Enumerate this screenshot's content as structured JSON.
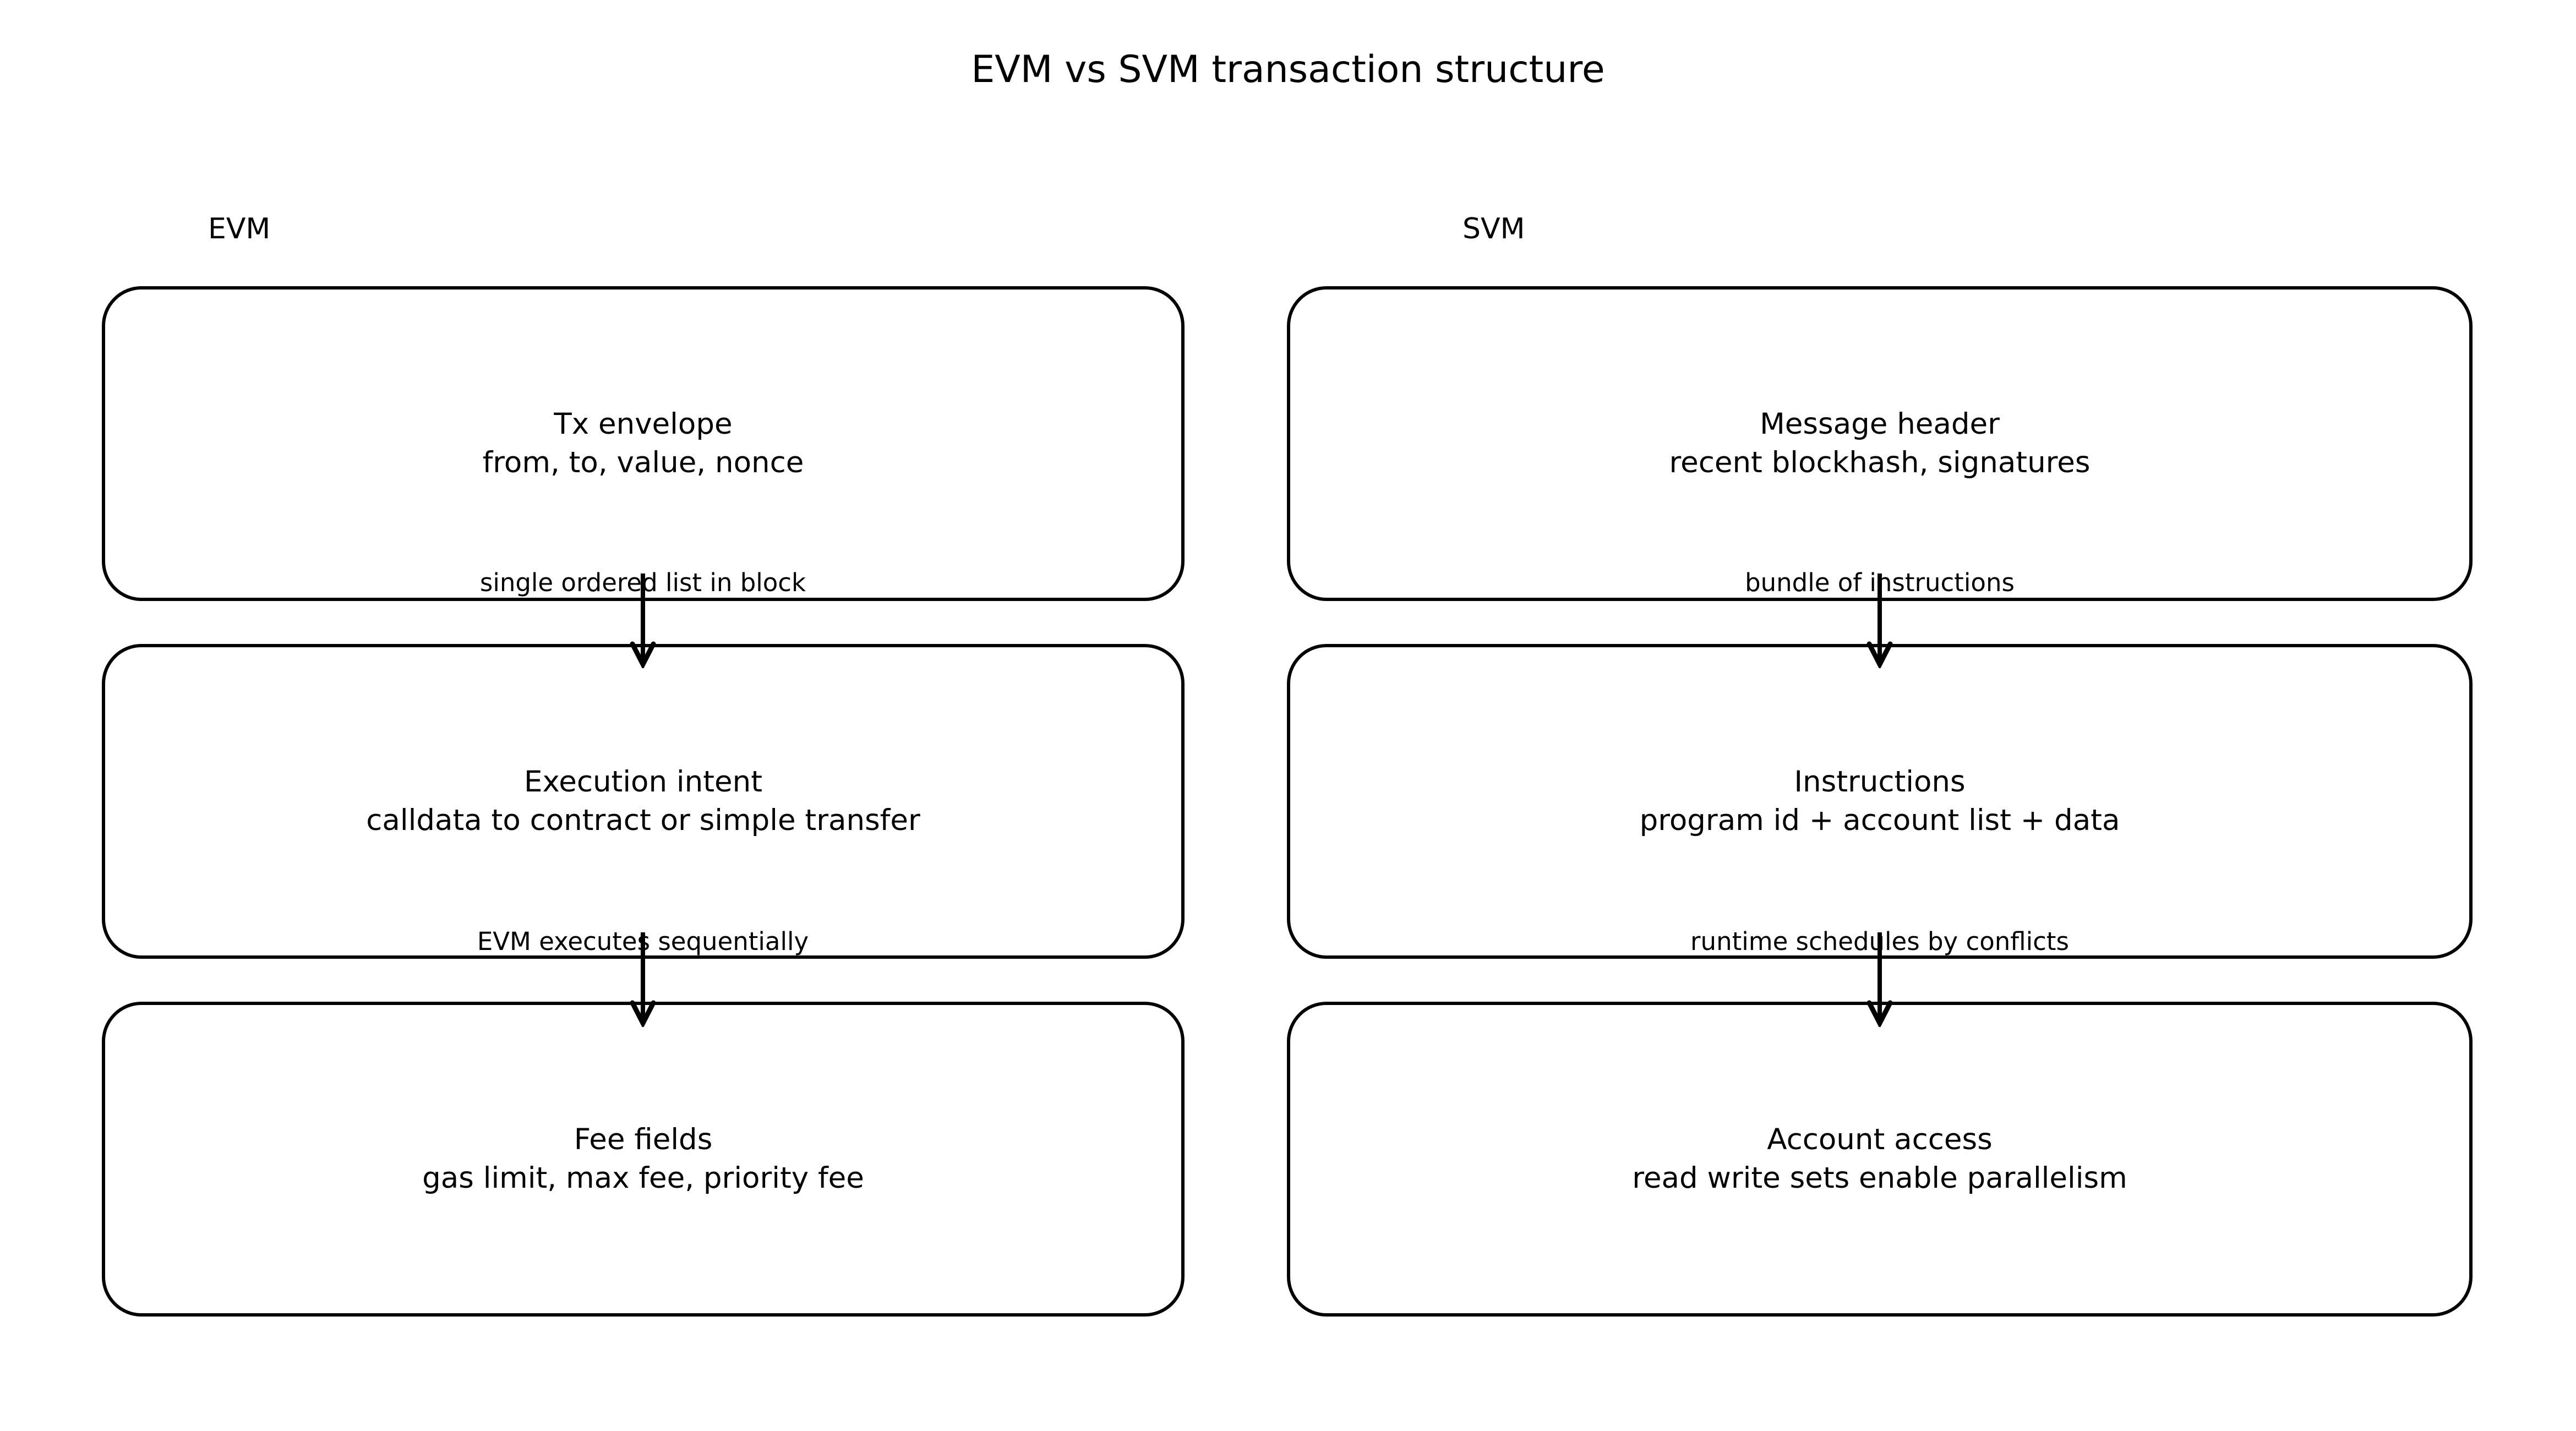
{
  "title": "EVM vs SVM transaction structure",
  "columns": [
    {
      "header": "EVM",
      "boxes": [
        {
          "title": "Tx envelope",
          "subtitle": "from, to, value, nonce"
        },
        {
          "title": "Execution intent",
          "subtitle": "calldata to contract or simple transfer"
        },
        {
          "title": "Fee fields",
          "subtitle": "gas limit, max fee, priority fee"
        }
      ],
      "edge_labels": [
        "single ordered list in block",
        "EVM executes sequentially"
      ]
    },
    {
      "header": "SVM",
      "boxes": [
        {
          "title": "Message header",
          "subtitle": "recent blockhash, signatures"
        },
        {
          "title": "Instructions",
          "subtitle": "program id + account list + data"
        },
        {
          "title": "Account access",
          "subtitle": "read write sets enable parallelism"
        }
      ],
      "edge_labels": [
        "bundle of instructions",
        "runtime schedules by conflicts"
      ]
    }
  ],
  "colors": {
    "background": "#ffffff",
    "stroke": "#000000",
    "text": "#000000"
  }
}
